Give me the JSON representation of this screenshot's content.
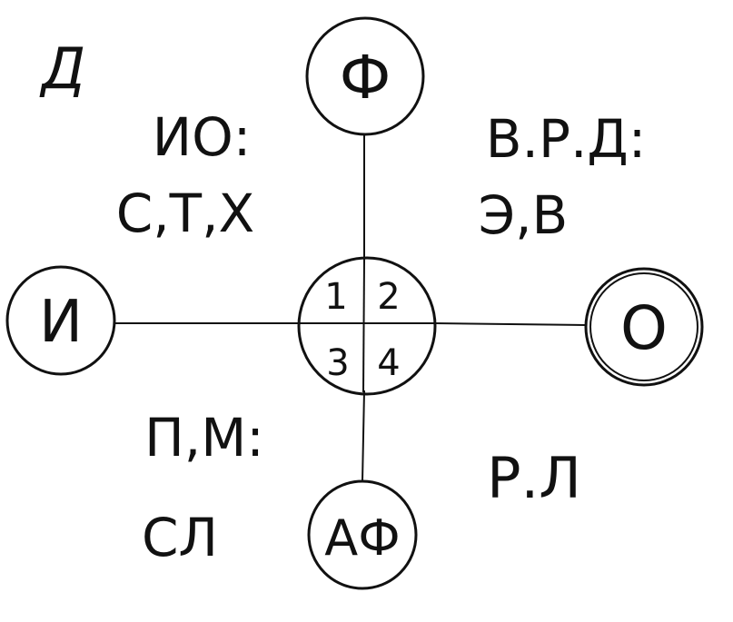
{
  "corner_label": "Д",
  "nodes": {
    "top": "Ф",
    "left": "И",
    "right": "О",
    "bottom": "АФ"
  },
  "center_quadrants": [
    "1",
    "2",
    "3",
    "4"
  ],
  "annotations": {
    "top_left_title": "ИО:",
    "top_left_items": "С,Т,Х",
    "top_right_title": "В.Р.Д:",
    "top_right_items": "Э,В",
    "bottom_left_title": "П,М:",
    "bottom_left_items": "СЛ",
    "bottom_right_items": "Р.Л"
  }
}
